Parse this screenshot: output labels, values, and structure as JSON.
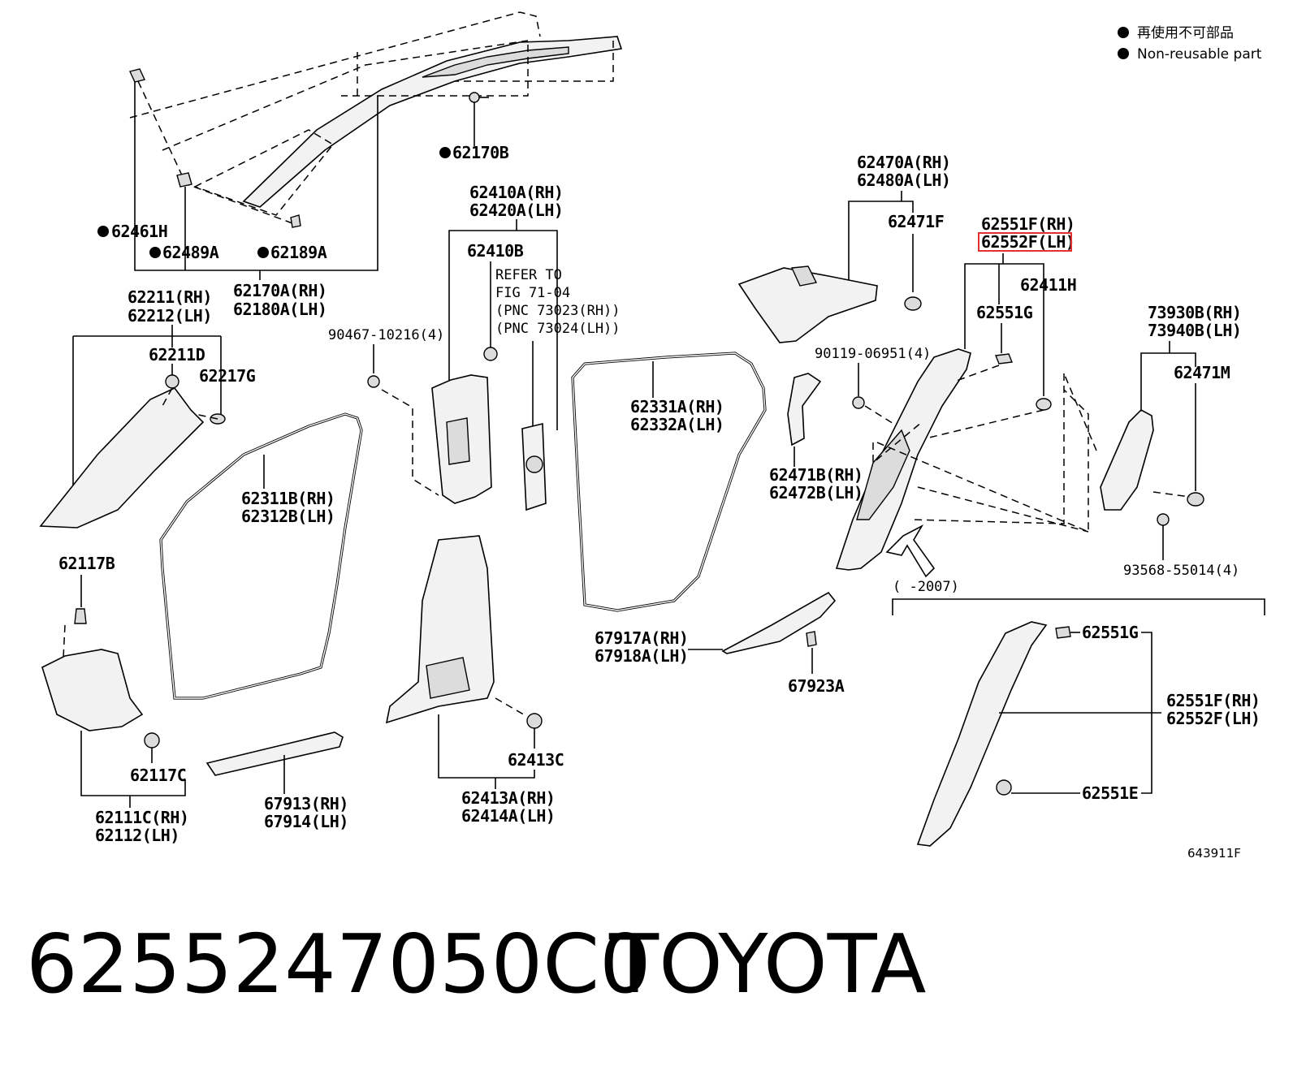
{
  "legend": {
    "line1": "再使用不可部品",
    "line2": "Non-reusable part"
  },
  "labels": {
    "p62170B": "62170B",
    "p62461H": "62461H",
    "p62489A": "62489A",
    "p62189A": "62189A",
    "p62170A_rh": "62170A(RH)",
    "p62180A_lh": "62180A(LH)",
    "p62211_rh": "62211(RH)",
    "p62212_lh": "62212(LH)",
    "p62211D": "62211D",
    "p62217G": "62217G",
    "p62117B": "62117B",
    "p62117C": "62117C",
    "p62111C_rh": "62111C(RH)",
    "p62112_lh": "62112(LH)",
    "p62311B_rh": "62311B(RH)",
    "p62312B_lh": "62312B(LH)",
    "p67913_rh": "67913(RH)",
    "p67914_lh": "67914(LH)",
    "p90467": "90467-10216(4)",
    "p62410A_rh": "62410A(RH)",
    "p62420A_lh": "62420A(LH)",
    "p62410B": "62410B",
    "refer1": "REFER TO",
    "refer2": "FIG 71-04",
    "refer3": "(PNC 73023(RH))",
    "refer4": "(PNC 73024(LH))",
    "p62413C": "62413C",
    "p62413A_rh": "62413A(RH)",
    "p62414A_lh": "62414A(LH)",
    "p62331A_rh": "62331A(RH)",
    "p62332A_lh": "62332A(LH)",
    "p62470A_rh": "62470A(RH)",
    "p62480A_lh": "62480A(LH)",
    "p62471F": "62471F",
    "p90119": "90119-06951(4)",
    "p62471B_rh": "62471B(RH)",
    "p62472B_lh": "62472B(LH)",
    "p67917A_rh": "67917A(RH)",
    "p67918A_lh": "67918A(LH)",
    "p67923A": "67923A",
    "p62551F_rh": "62551F(RH)",
    "p62552F_lh": "62552F(LH)",
    "p62411H": "62411H",
    "p62551G": "62551G",
    "p73930B_rh": "73930B(RH)",
    "p73940B_lh": "73940B(LH)",
    "p62471M": "62471M",
    "p93568": "93568-55014(4)",
    "inset_range": "(    -2007)",
    "inset_62551G": "62551G",
    "inset_62551F_rh": "62551F(RH)",
    "inset_62552F_lh": "62552F(LH)",
    "inset_62551E": "62551E"
  },
  "figure_code": "643911F",
  "caption": {
    "part_number": "6255247050C0",
    "brand": "TOYOTA"
  },
  "highlight_color": "#e03030"
}
